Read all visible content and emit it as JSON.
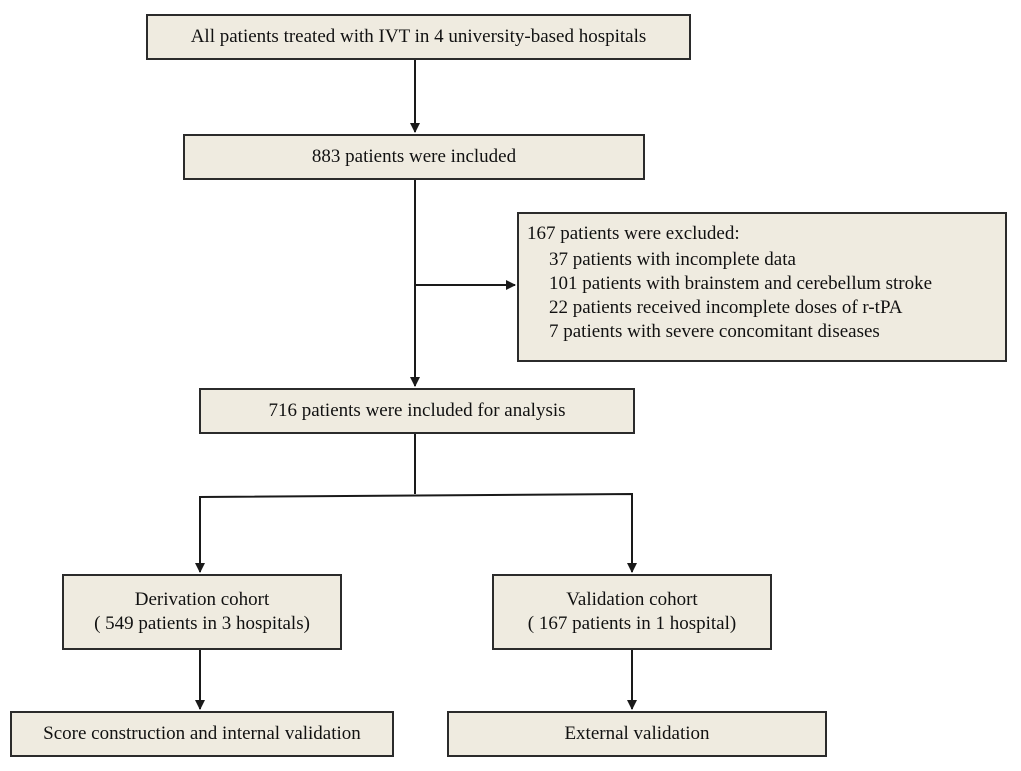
{
  "flow": {
    "all_patients": "All patients treated with IVT in 4 university-based hospitals",
    "included": "883 patients were included",
    "excluded": {
      "title": "167 patients were excluded:",
      "reasons": [
        "37 patients with incomplete data",
        "101 patients with brainstem and cerebellum stroke",
        "22 patients received incomplete doses of r-tPA",
        "7 patients with severe concomitant diseases"
      ]
    },
    "analysis": "716 patients were included for analysis",
    "derivation": {
      "title": "Derivation cohort",
      "detail": "( 549 patients in 3 hospitals)"
    },
    "validation": {
      "title": "Validation cohort",
      "detail": "( 167 patients in 1 hospital)"
    },
    "score": "Score construction and internal validation",
    "external": "External validation"
  },
  "colors": {
    "box_fill": "#efebe0",
    "box_border": "#2b2b2b",
    "line": "#1a1a1a"
  }
}
